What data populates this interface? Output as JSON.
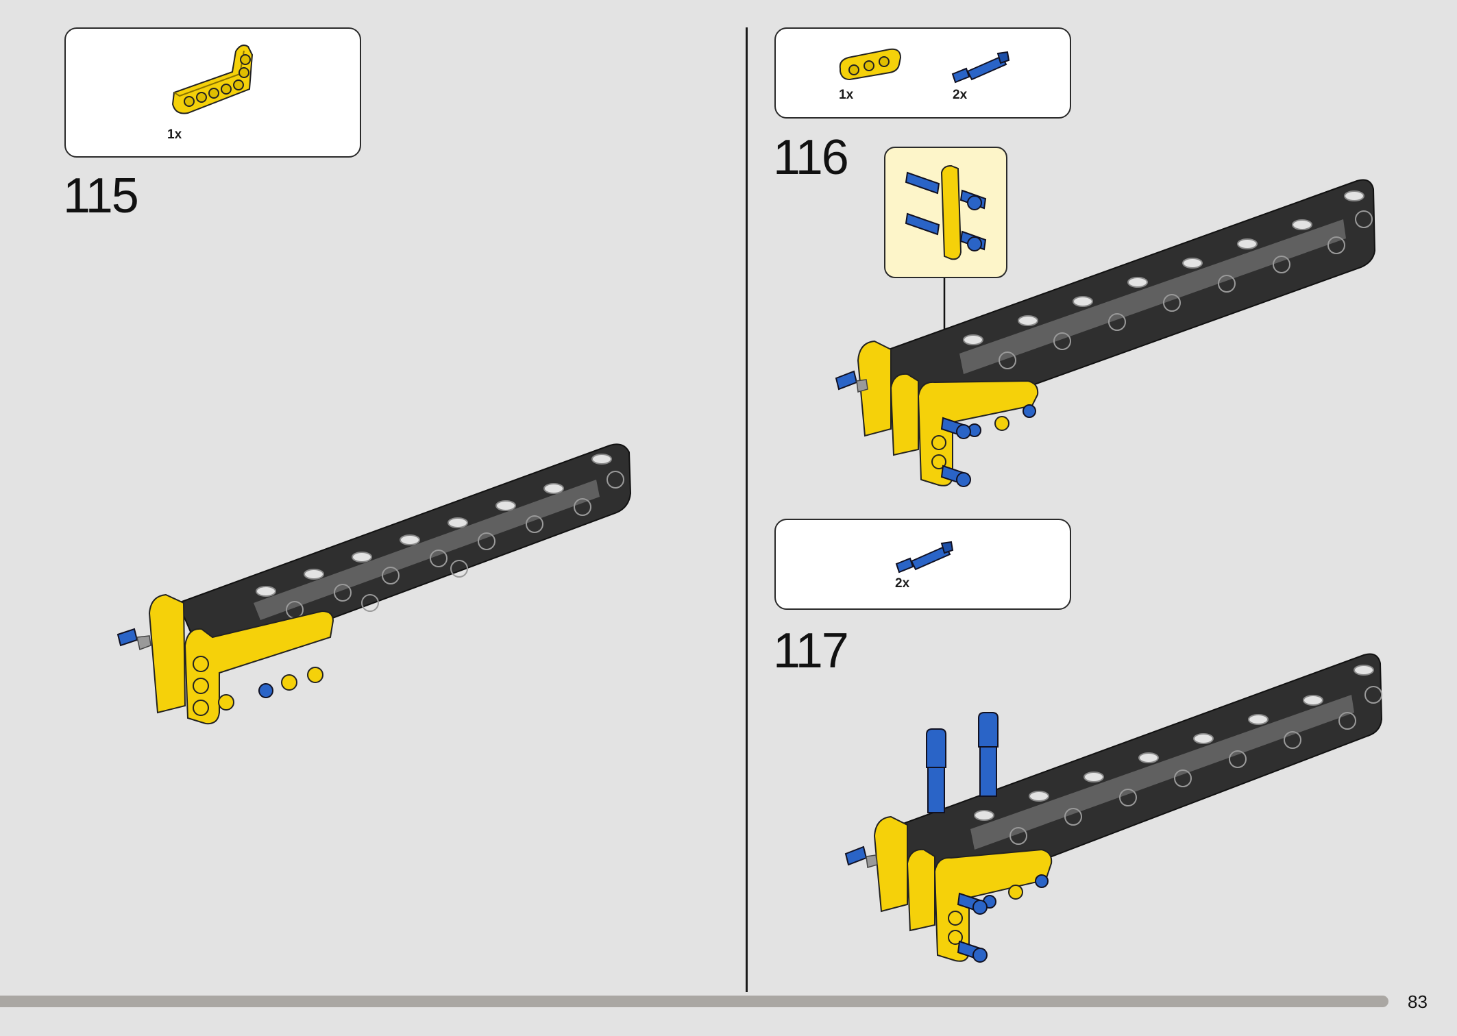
{
  "page": {
    "number": "83"
  },
  "colors": {
    "background": "#e3e3e3",
    "callout_bg": "#fdf5c9",
    "beam_yellow": "#f5d10a",
    "pin_blue": "#2a64c7",
    "frame_dark": "#2f2f2f"
  },
  "steps": [
    {
      "number": "115",
      "parts": [
        {
          "qty": "1x",
          "part": "yellow-l-beam"
        }
      ]
    },
    {
      "number": "116",
      "parts": [
        {
          "qty": "1x",
          "part": "yellow-3-beam"
        },
        {
          "qty": "2x",
          "part": "blue-axle-pin"
        }
      ]
    },
    {
      "number": "117",
      "parts": [
        {
          "qty": "2x",
          "part": "blue-axle-pin"
        }
      ]
    }
  ]
}
